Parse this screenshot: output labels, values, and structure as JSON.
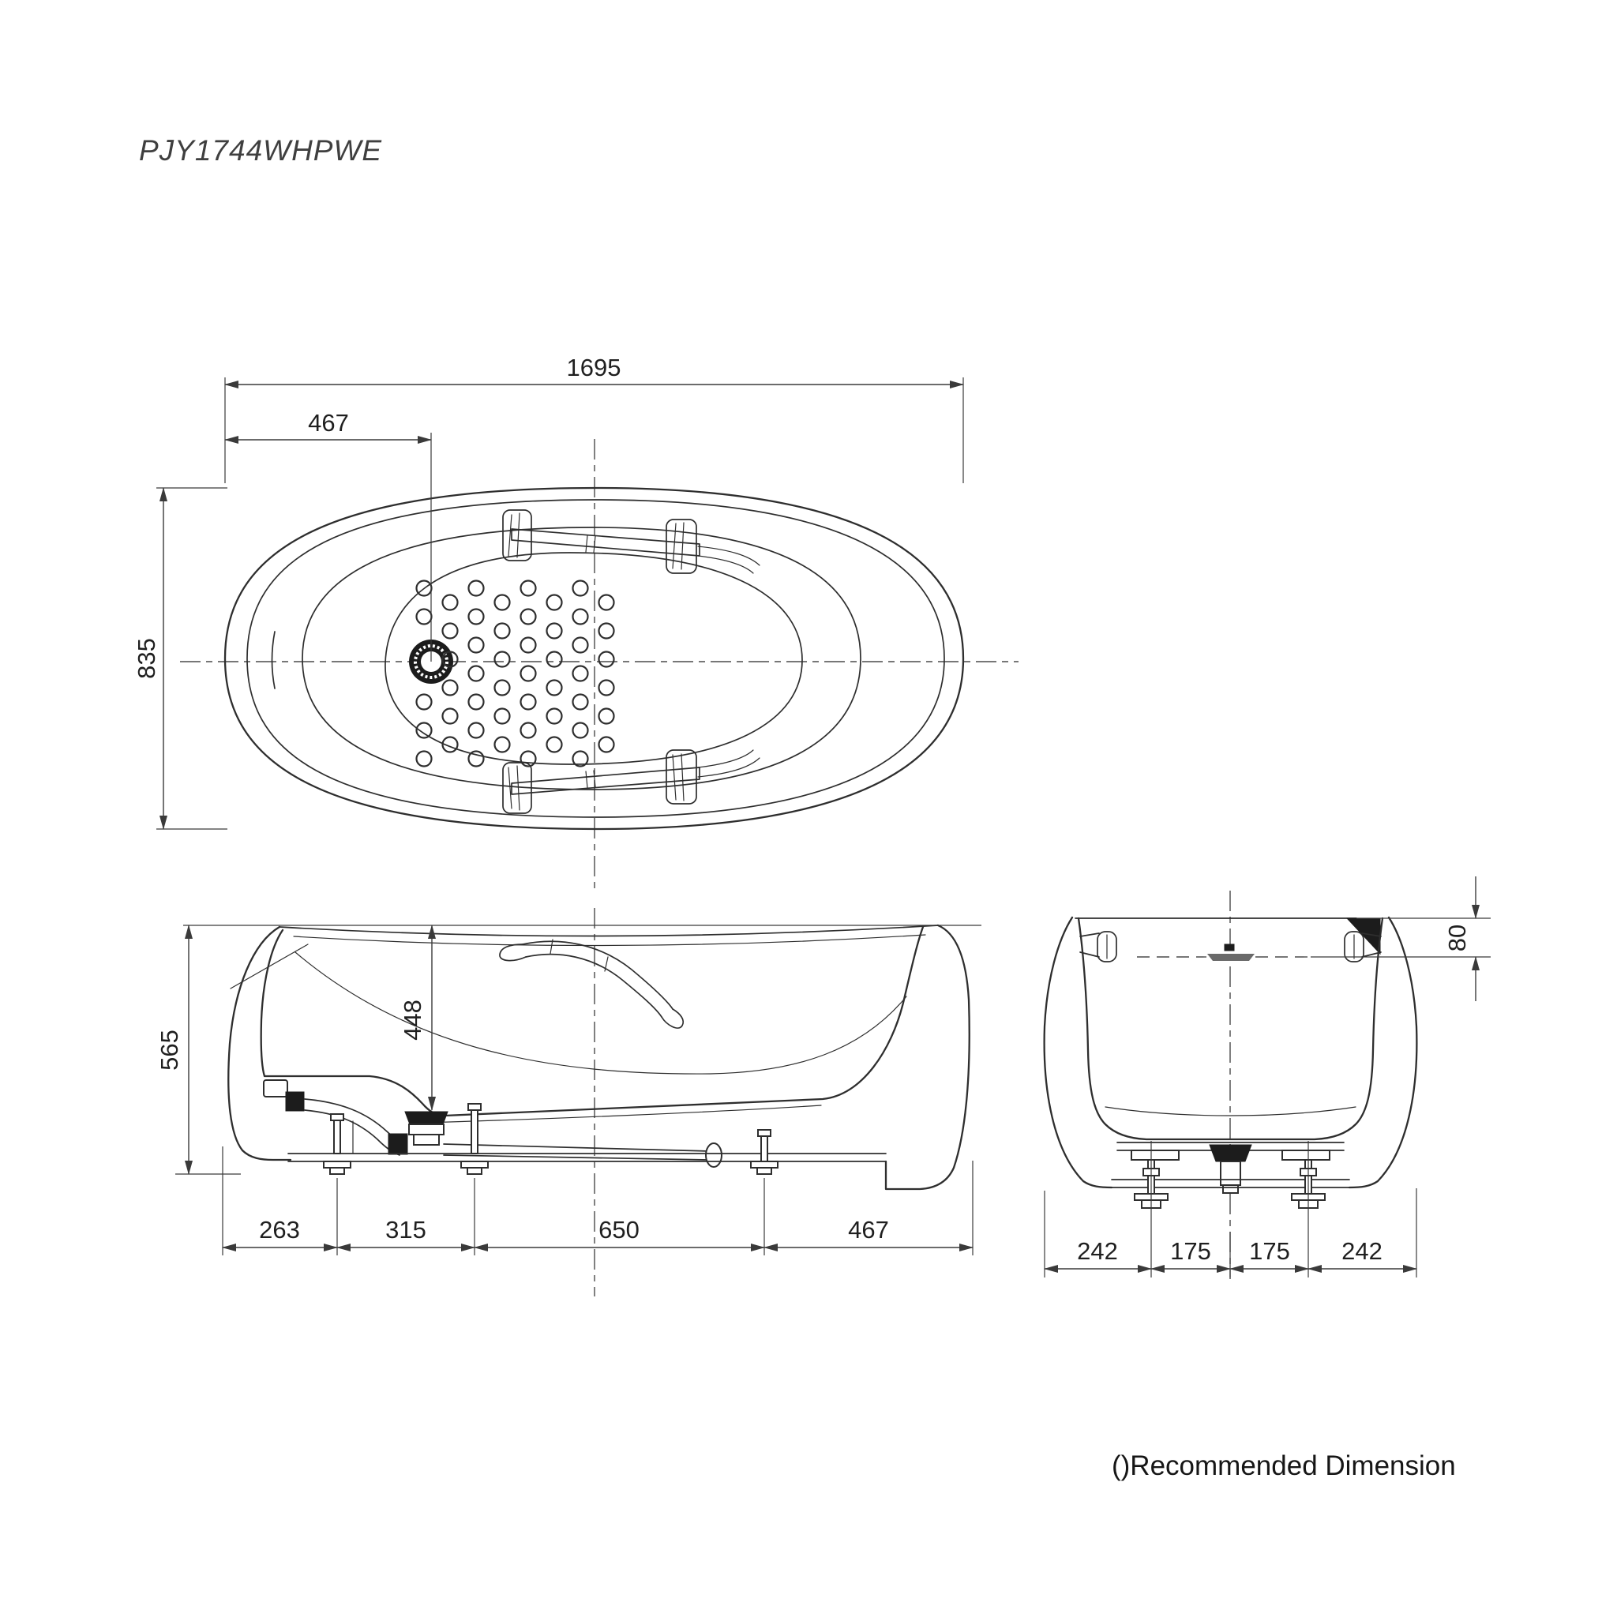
{
  "title": "PJY1744WHPWE",
  "footnote": "()Recommended Dimension",
  "colors": {
    "background": "#ffffff",
    "line": "#2e2e2e",
    "dimension": "#3a3a3a",
    "text": "#1f1f1f",
    "dark_fill": "#1c1c1c"
  },
  "dimensions": {
    "top_view": {
      "overall_length": "1695",
      "drain_offset": "467",
      "overall_width": "835"
    },
    "front_view": {
      "overall_height": "565",
      "inner_depth": "448",
      "spans": [
        "263",
        "315",
        "650",
        "467"
      ]
    },
    "end_view": {
      "rim_to_overflow": "80",
      "spans": [
        "242",
        "175",
        "175",
        "242"
      ]
    }
  }
}
